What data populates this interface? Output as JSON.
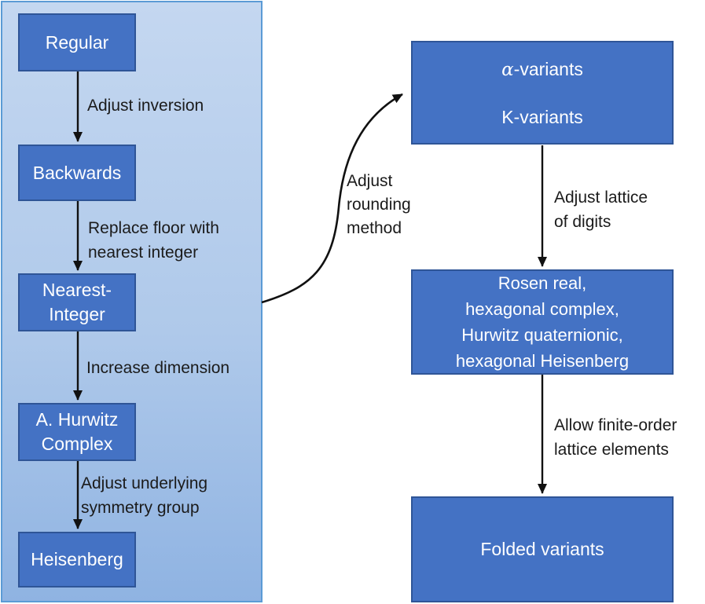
{
  "diagram": {
    "description": "Flowchart of continued-fraction algorithm variants",
    "colors": {
      "node_fill": "#4472C4",
      "node_border": "#2F5597",
      "node_text": "#FFFFFF",
      "panel_fill_top": "#C4D7F0",
      "panel_fill_bottom": "#8FB3E2",
      "panel_border": "#5B9BD5",
      "arrow": "#111111",
      "label_text": "#1B1B1B",
      "background": "#FFFFFF"
    },
    "nodes": {
      "regular": {
        "label": "Regular"
      },
      "backwards": {
        "label": "Backwards"
      },
      "nearest_integer": {
        "label": "Nearest-\nInteger"
      },
      "hurwitz_complex": {
        "label": "A. Hurwitz\nComplex"
      },
      "heisenberg": {
        "label": "Heisenberg"
      },
      "alpha_k_variants": {
        "alpha": "α",
        "alpha_rest": "-variants",
        "line2": "K-variants"
      },
      "rosen_family": {
        "label": "Rosen real,\nhexagonal complex,\nHurwitz quaternionic,\nhexagonal Heisenberg"
      },
      "folded_variants": {
        "label": "Folded variants"
      }
    },
    "edges": {
      "adjust_inversion": {
        "label": "Adjust inversion"
      },
      "replace_floor": {
        "label": "Replace floor with\nnearest integer"
      },
      "increase_dimension": {
        "label": "Increase dimension"
      },
      "adjust_underlying": {
        "label": "Adjust underlying\nsymmetry group"
      },
      "adjust_rounding": {
        "label": "Adjust\nrounding\nmethod"
      },
      "adjust_lattice": {
        "label": "Adjust lattice\nof digits"
      },
      "allow_finite": {
        "label": "Allow finite-order\nlattice elements"
      }
    }
  }
}
